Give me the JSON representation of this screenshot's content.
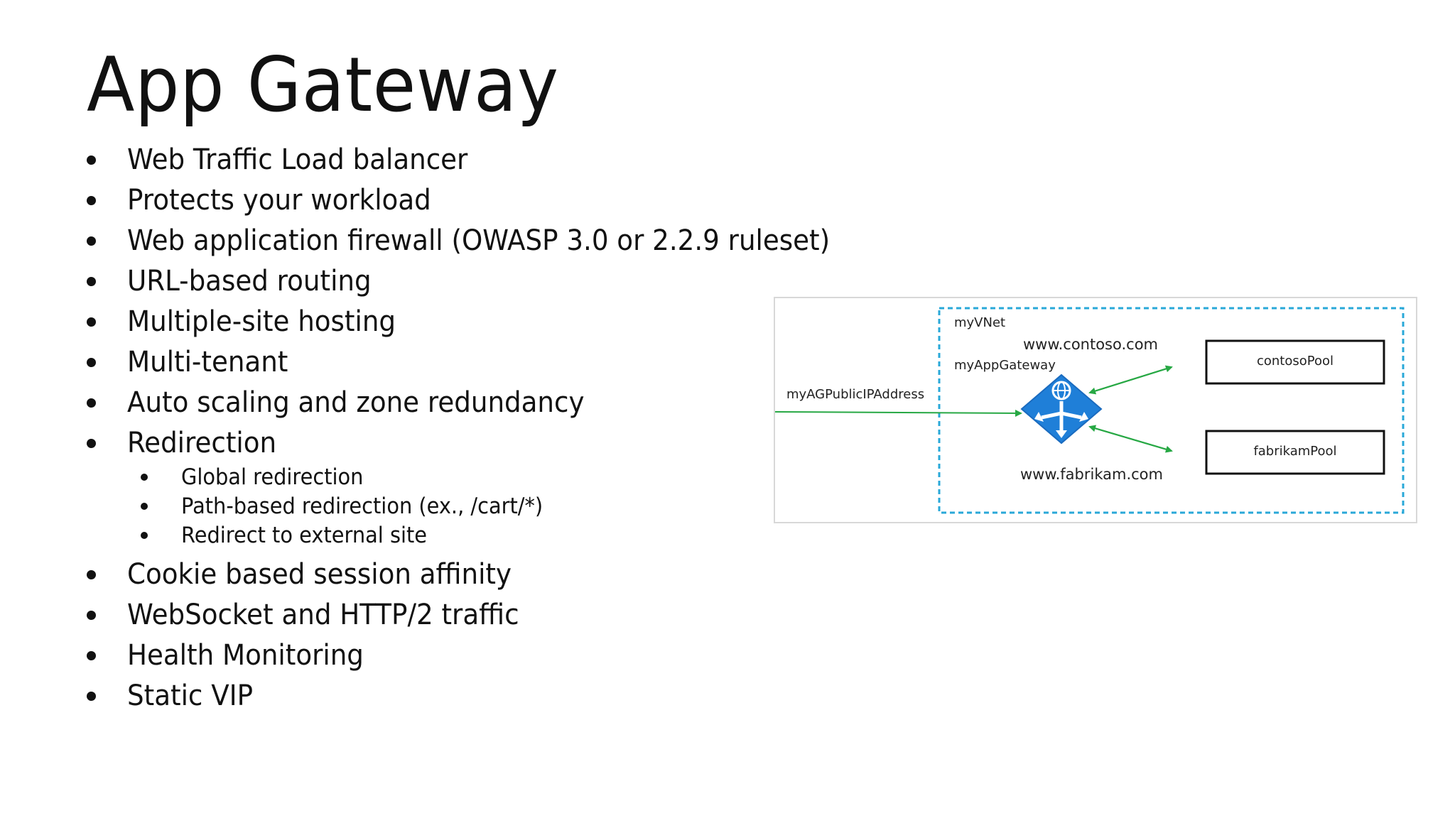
{
  "slide": {
    "title": "App Gateway",
    "bullets": [
      "Web Traffic Load balancer",
      "Protects your workload",
      "Web application firewall (OWASP 3.0 or 2.2.9 ruleset)",
      "URL-based routing",
      "Multiple-site hosting",
      "Multi-tenant",
      "Auto scaling and zone redundancy",
      "Redirection"
    ],
    "sub_bullets": [
      "Global redirection",
      "Path-based redirection (ex., /cart/*)",
      "Redirect to external site"
    ],
    "bullets_after": [
      "Cookie based session affinity",
      "WebSocket and HTTP/2 traffic",
      "Health Monitoring",
      "Static VIP"
    ]
  },
  "diagram": {
    "vnet_label": "myVNet",
    "contoso_domain": "www.contoso.com",
    "gateway_label": "myAppGateway",
    "public_ip_label": "myAGPublicIPAddress",
    "fabrikam_domain": "www.fabrikam.com",
    "pool1": "contosoPool",
    "pool2": "fabrikamPool",
    "gateway_icon": "app-gateway-icon",
    "colors": {
      "vnet_border": "#29a8d8",
      "arrow": "#27a844",
      "gateway_fill": "#1f7fd8"
    }
  }
}
